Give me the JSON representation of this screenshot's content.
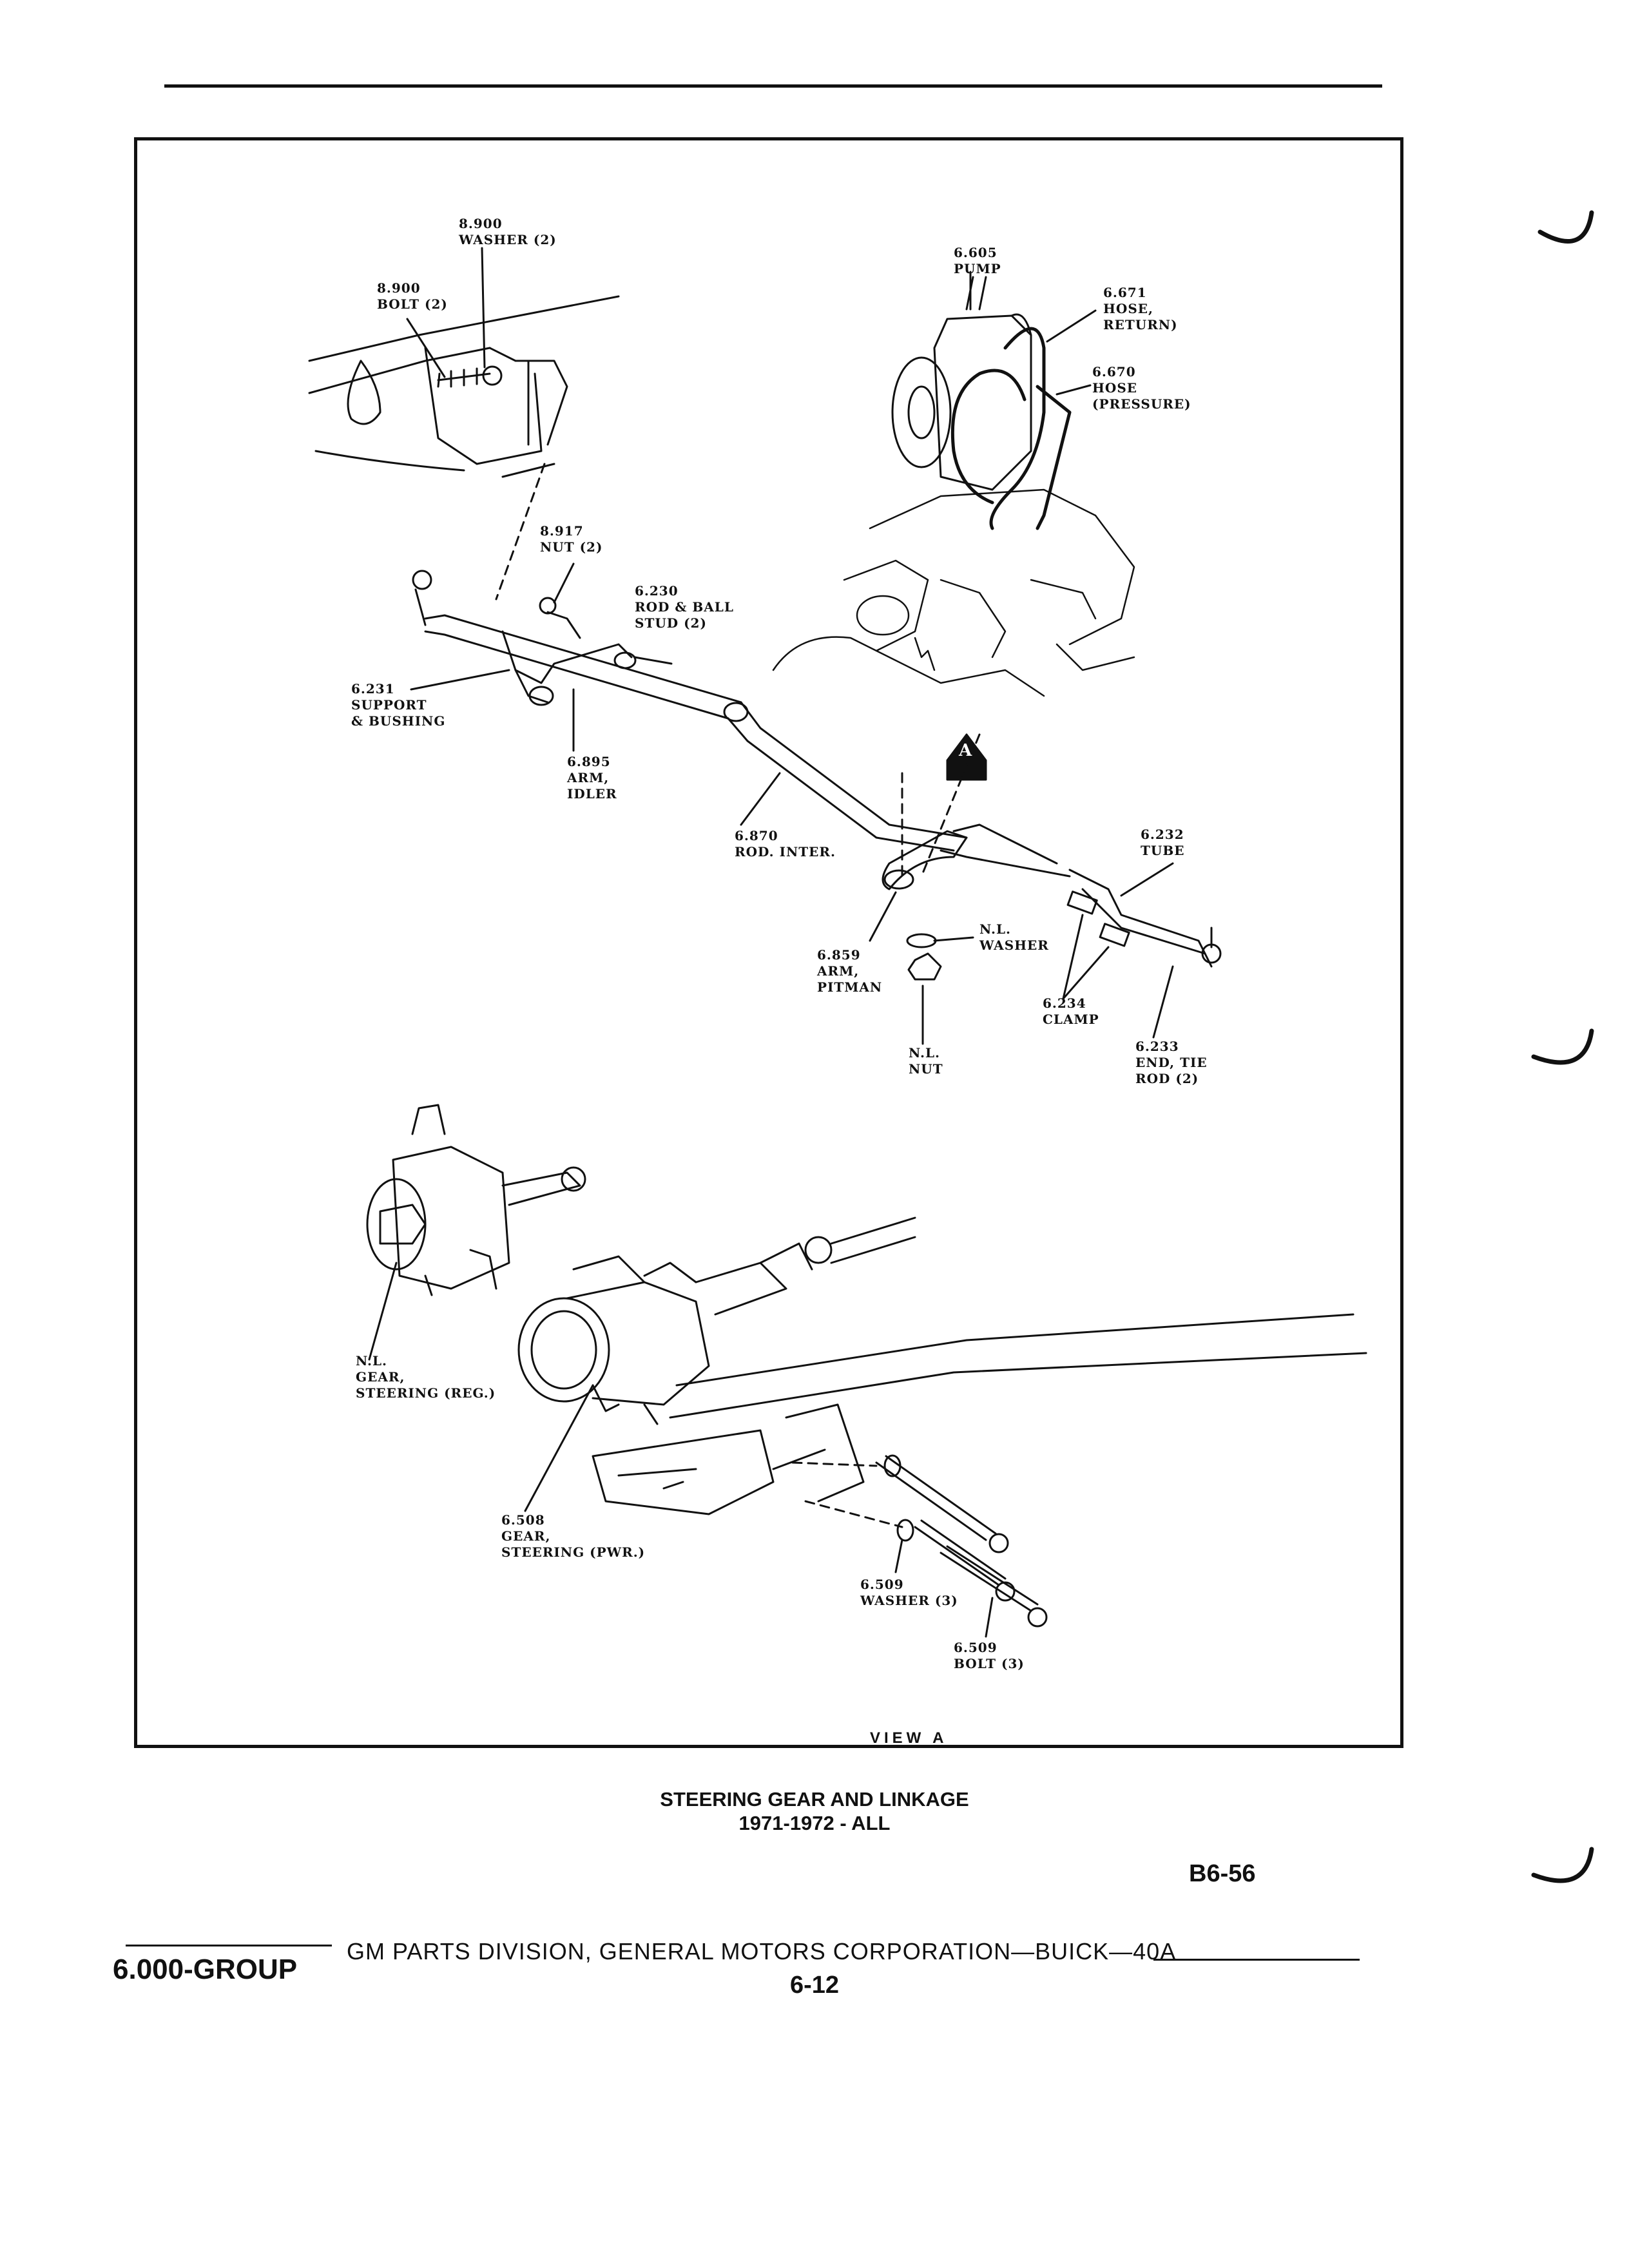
{
  "diagram": {
    "callouts": [
      {
        "id": "washer-8900",
        "lines": [
          "8.900",
          "WASHER (2)"
        ]
      },
      {
        "id": "bolt-8900",
        "lines": [
          "8.900",
          "BOLT (2)"
        ]
      },
      {
        "id": "pump-6605",
        "lines": [
          "6.605",
          "PUMP"
        ]
      },
      {
        "id": "hose-return-6671",
        "lines": [
          "6.671",
          "HOSE,",
          "RETURN)"
        ]
      },
      {
        "id": "hose-pressure-6670",
        "lines": [
          "6.670",
          "HOSE",
          "(PRESSURE)"
        ]
      },
      {
        "id": "nut-8917",
        "lines": [
          "8.917",
          "NUT (2)"
        ]
      },
      {
        "id": "rod-ball-stud-6230",
        "lines": [
          "6.230",
          "ROD & BALL",
          "STUD (2)"
        ]
      },
      {
        "id": "support-bushing-6231",
        "lines": [
          "6.231",
          "SUPPORT",
          "& BUSHING"
        ]
      },
      {
        "id": "arm-idler-6895",
        "lines": [
          "6.895",
          "ARM,",
          "IDLER"
        ]
      },
      {
        "id": "view-a-marker",
        "lines": [
          "A"
        ]
      },
      {
        "id": "rod-inter-6870",
        "lines": [
          "6.870",
          "ROD. INTER."
        ]
      },
      {
        "id": "tube-6232",
        "lines": [
          "6.232",
          "TUBE"
        ]
      },
      {
        "id": "washer-nl",
        "lines": [
          "N.L.",
          "WASHER"
        ]
      },
      {
        "id": "arm-pitman-6859",
        "lines": [
          "6.859",
          "ARM,",
          "PITMAN"
        ]
      },
      {
        "id": "clamp-6234",
        "lines": [
          "6.234",
          "CLAMP"
        ]
      },
      {
        "id": "nut-nl",
        "lines": [
          "N.L.",
          "NUT"
        ]
      },
      {
        "id": "end-tie-rod-6233",
        "lines": [
          "6.233",
          "END, TIE",
          "ROD (2)"
        ]
      },
      {
        "id": "gear-steering-reg",
        "lines": [
          "N.L.",
          "GEAR,",
          "STEERING (REG.)"
        ]
      },
      {
        "id": "gear-steering-pwr-6508",
        "lines": [
          "6.508",
          "GEAR,",
          "STEERING (PWR.)"
        ]
      },
      {
        "id": "washer-6509",
        "lines": [
          "6.509",
          "WASHER (3)"
        ]
      },
      {
        "id": "bolt-6509",
        "lines": [
          "6.509",
          "BOLT (3)"
        ]
      }
    ],
    "view_label": "VIEW A"
  },
  "caption": {
    "title": "STEERING GEAR AND LINKAGE",
    "subtitle": "1971-1972 - ALL"
  },
  "page_id": "B6-56",
  "footer": {
    "group": "6.000-GROUP",
    "publisher": "GM PARTS DIVISION, GENERAL MOTORS CORPORATION—BUICK—40A",
    "page": "6-12"
  }
}
